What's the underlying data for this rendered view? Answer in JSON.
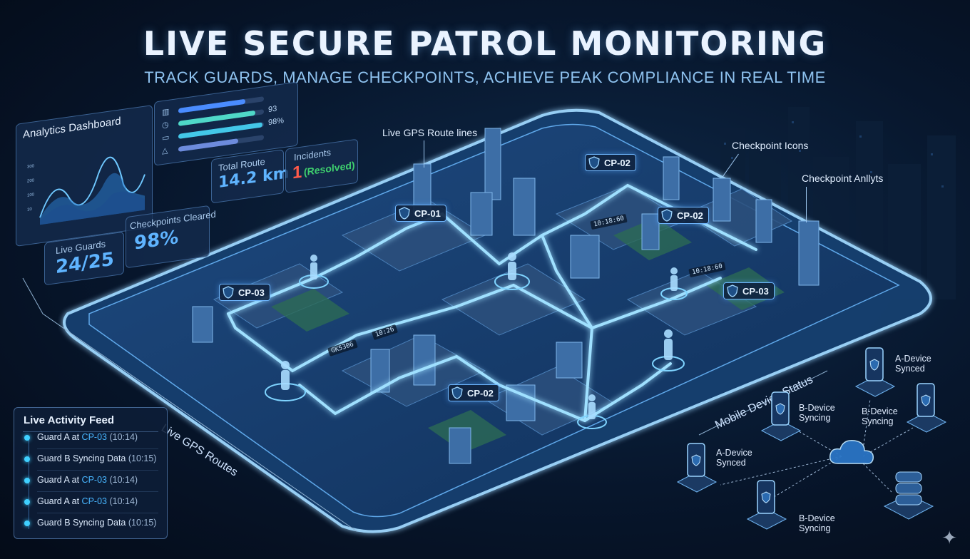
{
  "header": {
    "title": "LIVE SECURE PATROL MONITORING",
    "subtitle": "TRACK GUARDS, MANAGE CHECKPOINTS, ACHIEVE PEAK COMPLIANCE IN REAL TIME"
  },
  "dashboard": {
    "title": "Analytics Dashboard",
    "live_guards_label": "Live Guards",
    "live_guards_value": "24/25",
    "checkpoints_label": "Checkpoints Cleared",
    "checkpoints_value": "98%",
    "route_label": "Total Route",
    "route_value": "14.2 km",
    "incidents_label": "Incidents",
    "incidents_value": "1",
    "incidents_status": "(Resolved)",
    "bars": [
      {
        "level": 0.78,
        "label": "",
        "color": "#4a8cff"
      },
      {
        "level": 0.9,
        "label": "93",
        "color": "#4fd8c8"
      },
      {
        "level": 0.98,
        "label": "98%",
        "color": "#43c7e8"
      },
      {
        "level": 0.7,
        "label": "",
        "color": "#6d8bdc"
      }
    ],
    "bar_icons": [
      "bar-chart-icon",
      "clock-icon",
      "car-icon",
      "warning-icon"
    ],
    "mini_chart_yticks": [
      "300",
      "200",
      "100",
      "10"
    ]
  },
  "callouts": {
    "gps_route_lines": "Live GPS Route lines",
    "checkpoint_icons": "Checkpoint Icons",
    "checkpoint_analytics": "Checkpoint Anllyts"
  },
  "checkpoints": [
    {
      "id": "CP-02"
    },
    {
      "id": "CP-01"
    },
    {
      "id": "CP-02"
    },
    {
      "id": "CP-03"
    },
    {
      "id": "CP-03"
    },
    {
      "id": "CP-02"
    }
  ],
  "route_times": [
    "10:18:60",
    "10:18:60",
    "GK5306",
    "10:26"
  ],
  "activity_feed": {
    "title": "Live Activity Feed",
    "items": [
      {
        "text": "Guard A at ",
        "cp": "CP-03",
        "time": "(10:14)"
      },
      {
        "text": "Guard B Syncing Data ",
        "cp": "",
        "time": "(10:15)"
      },
      {
        "text": "Guard A at ",
        "cp": "CP-03",
        "time": "(10:14)"
      },
      {
        "text": "Guard A at ",
        "cp": "CP-03",
        "time": "(10:14)"
      },
      {
        "text": "Guard B Syncing Data ",
        "cp": "",
        "time": "(10:15)"
      }
    ]
  },
  "labels": {
    "live_gps_routes": "Live GPS Routes",
    "mobile_device_status": "Mobile Device Status"
  },
  "devices": [
    {
      "name": "A-Device",
      "status": "Synced"
    },
    {
      "name": "B-Device",
      "status": "Syncing"
    },
    {
      "name": "B-Device",
      "status": "Syncing"
    },
    {
      "name": "A-Device",
      "status": "Synced"
    },
    {
      "name": "B-Device",
      "status": "Syncing"
    }
  ],
  "colors": {
    "accent": "#5fb4ff",
    "route": "#8fd4ff",
    "incident": "#ff5a4a",
    "resolved": "#3ecf6e",
    "platform": "#2a5f9e"
  }
}
